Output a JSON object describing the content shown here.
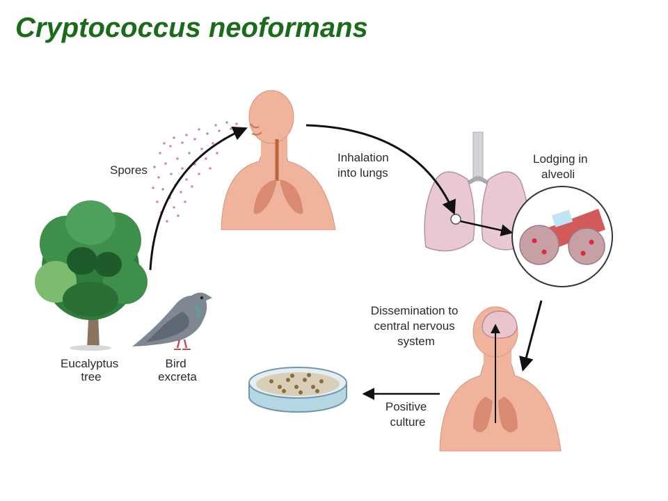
{
  "title": "Cryptococcus neoformans",
  "labels": {
    "spores": "Spores",
    "inhalation": [
      "Inhalation",
      "into lungs"
    ],
    "lodging": [
      "Lodging in",
      "alveoli"
    ],
    "eucalyptus": [
      "Eucalyptus",
      "tree"
    ],
    "bird": [
      "Bird",
      "excreta"
    ],
    "dissemination": [
      "Dissemination to",
      "central nervous",
      "system"
    ],
    "culture": [
      "Positive",
      "culture"
    ]
  },
  "colors": {
    "title": "#1a6b1a",
    "skin": "#f0b49c",
    "tree_leaf": "#2e7d3c",
    "lung": "#e8c8d4",
    "spore": "#d98a8a"
  },
  "icons": [
    "tree-icon",
    "pigeon-icon",
    "human-bust-icon",
    "lungs-icon",
    "alveoli-icon",
    "petri-dish-icon",
    "brain-icon"
  ]
}
